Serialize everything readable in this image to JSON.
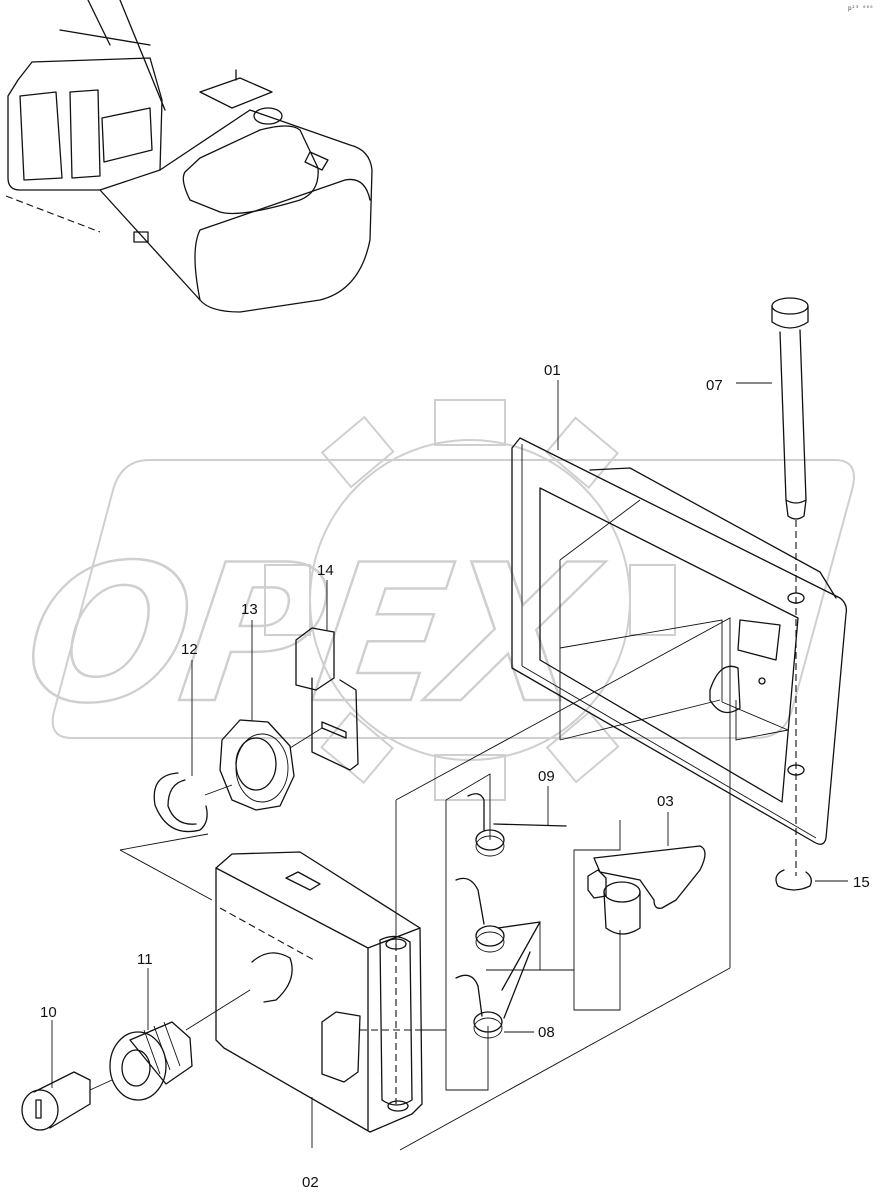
{
  "watermark": "OPEX",
  "corner_code": "p²³ ⁰⁰⁰",
  "part_labels": {
    "p01": "01",
    "p02": "02",
    "p03": "03",
    "p07": "07",
    "p08": "08",
    "p09": "09",
    "p10": "10",
    "p11": "11",
    "p12": "12",
    "p13": "13",
    "p14": "14",
    "p15": "15"
  }
}
